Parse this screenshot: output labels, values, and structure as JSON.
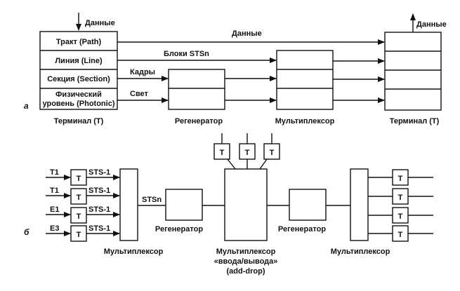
{
  "diagram_a": {
    "label": "а",
    "input_data": "Данные",
    "output_data": "Данные",
    "layers": [
      "Тракт (Path)",
      "Линия (Line)",
      "Секция (Section)",
      "Физический",
      "уровень (Photonic)"
    ],
    "flows": {
      "path": "Данные",
      "line": "Блоки STSn",
      "section": "Кадры",
      "photonic": "Свет"
    },
    "nodes": {
      "terminal_left": "Терминал (Т)",
      "regenerator": "Регенератор",
      "multiplexer": "Мультиплексор",
      "terminal_right": "Терминал (Т)"
    }
  },
  "diagram_b": {
    "label": "б",
    "inputs": [
      "T1",
      "T1",
      "E1",
      "E3"
    ],
    "sts_labels": [
      "STS-1",
      "STS-1",
      "STS-1",
      "STS-1"
    ],
    "terminal": "T",
    "stsn": "STSn",
    "nodes": {
      "mux_left": "Мультиплексор",
      "regen1": "Регенератор",
      "adm_line1": "Мультиплексор",
      "adm_line2": "«ввода/вывода»",
      "adm_line3": "(add-drop)",
      "regen2": "Регенератор",
      "mux_right": "Мультиплексор"
    }
  }
}
